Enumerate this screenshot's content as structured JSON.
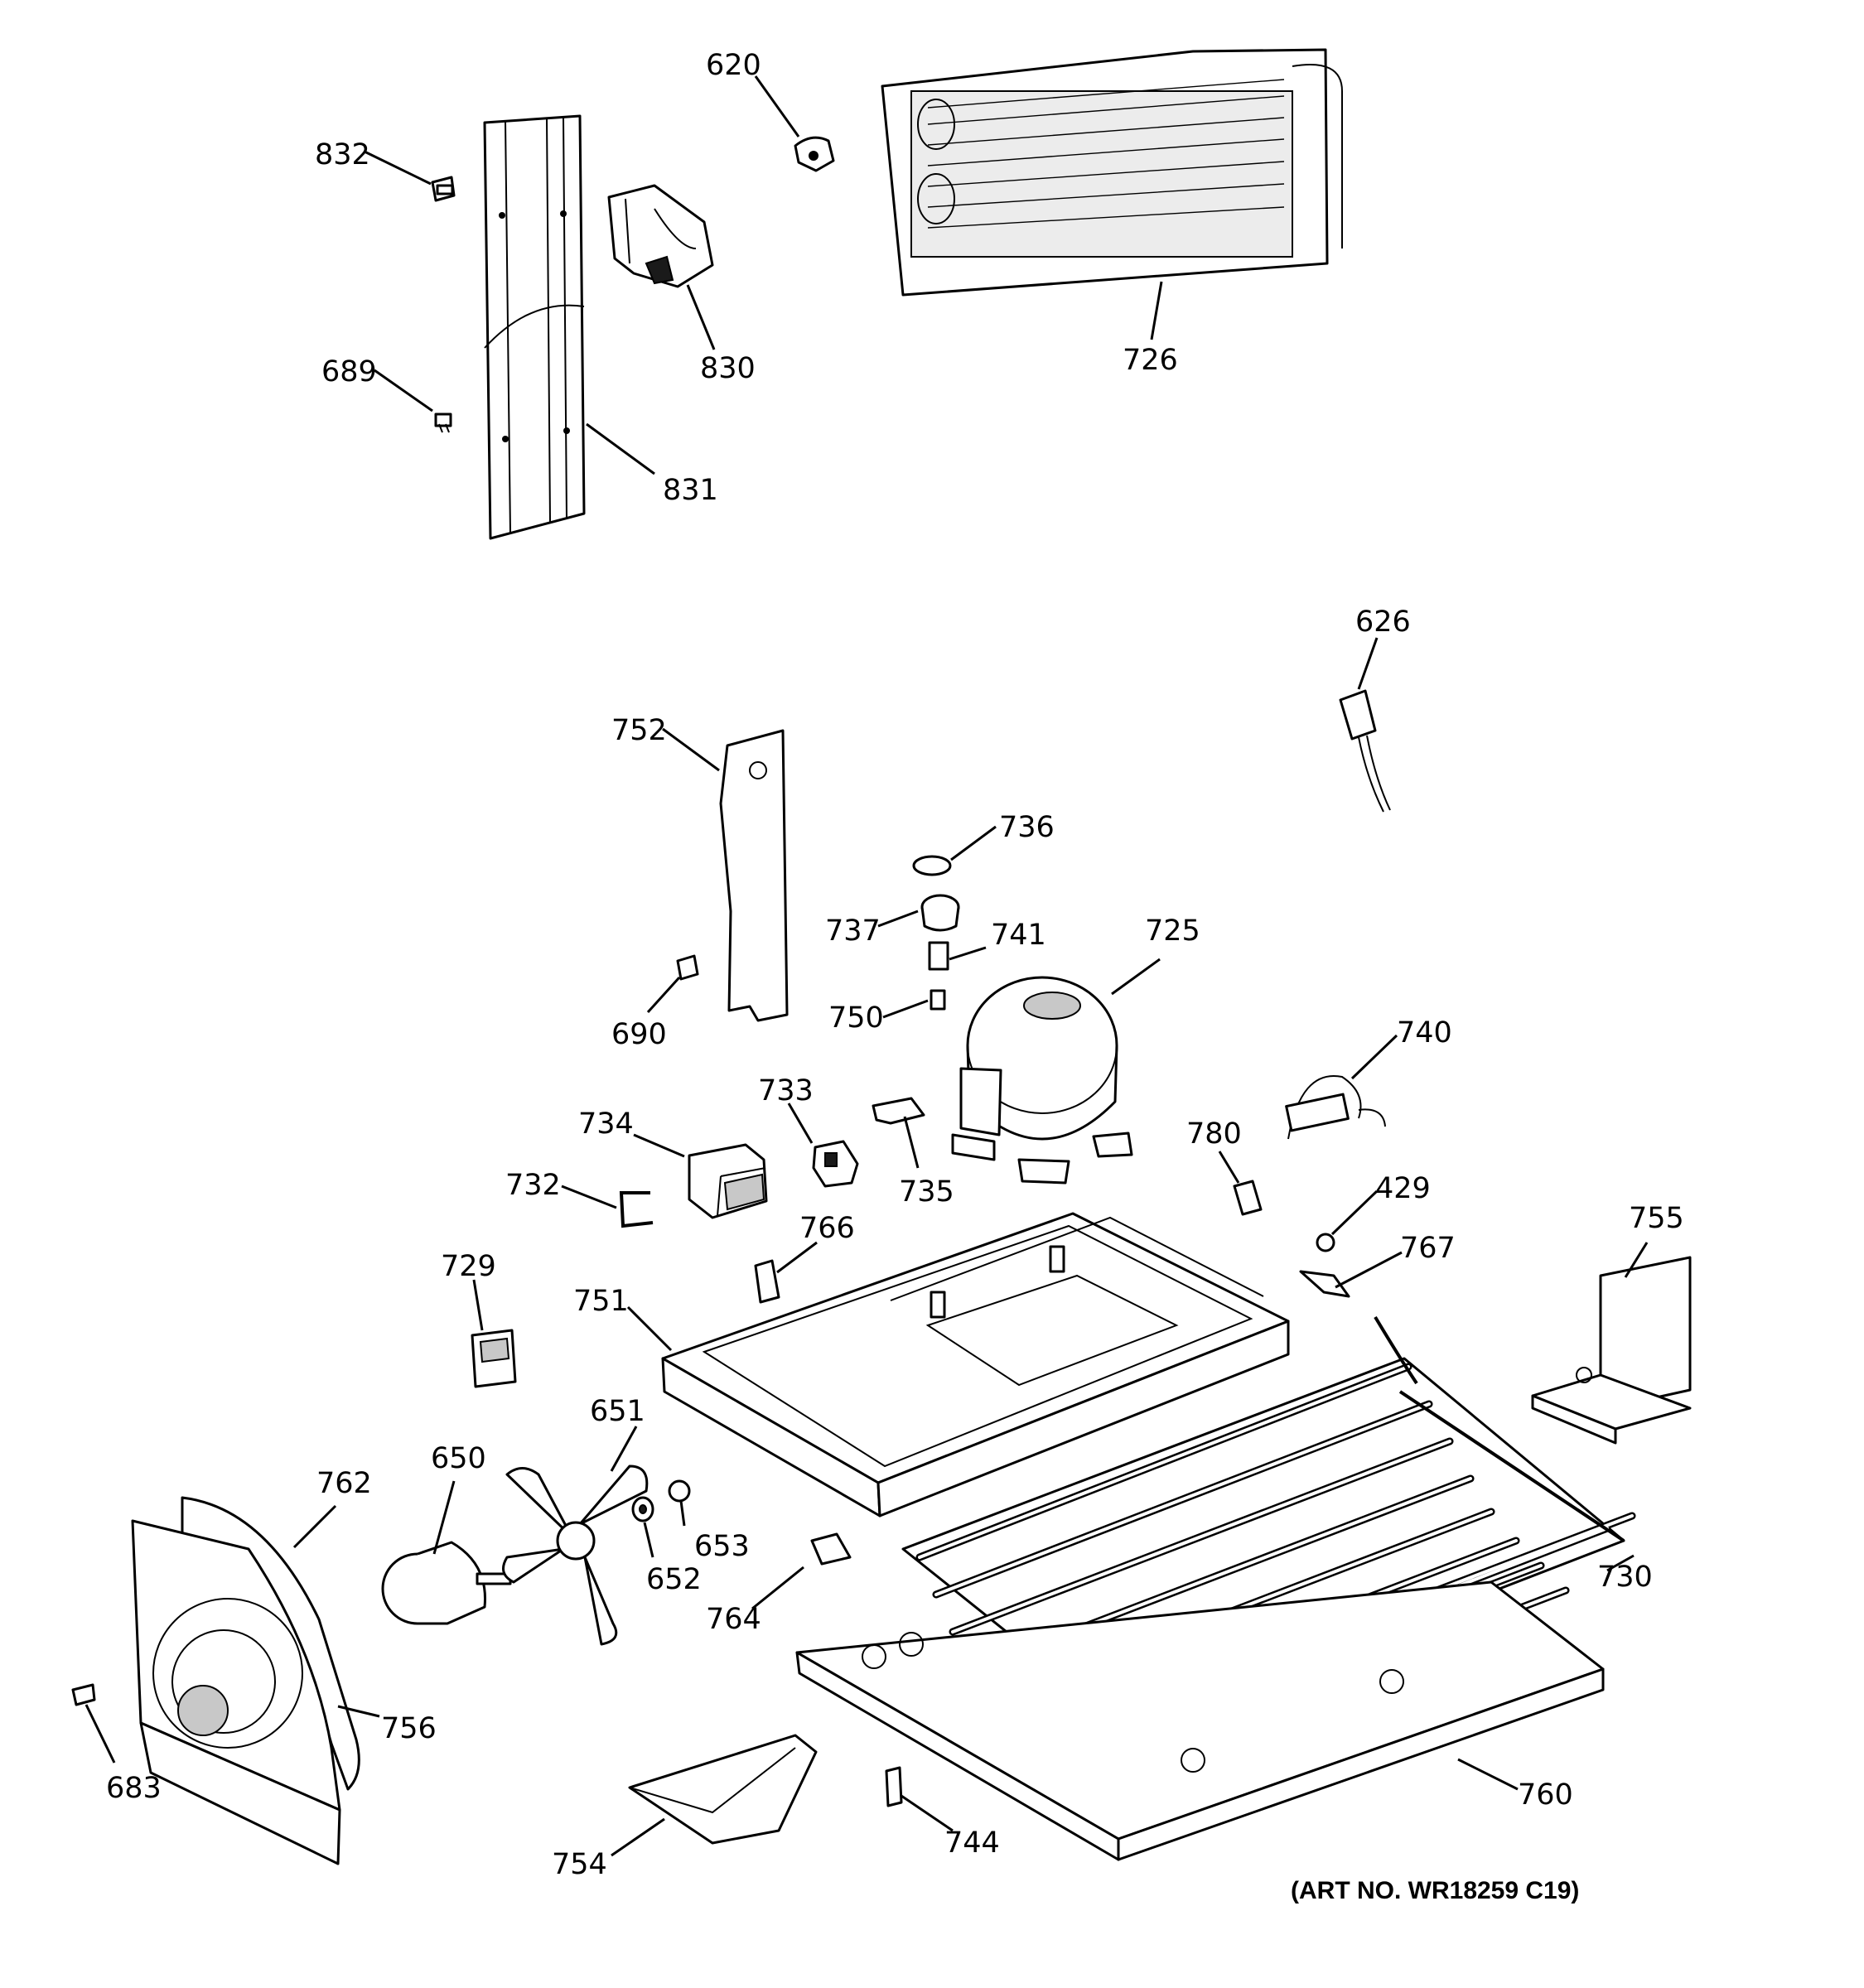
{
  "art_number": "(ART NO. WR18259 C19)",
  "callouts": {
    "c832": "832",
    "c689": "689",
    "c831": "831",
    "c830": "830",
    "c620": "620",
    "c726": "726",
    "c626": "626",
    "c752": "752",
    "c690": "690",
    "c736": "736",
    "c737": "737",
    "c741": "741",
    "c750": "750",
    "c725": "725",
    "c740": "740",
    "c733": "733",
    "c734": "734",
    "c732": "732",
    "c735": "735",
    "c780": "780",
    "c429": "429",
    "c767": "767",
    "c755": "755",
    "c766": "766",
    "c729": "729",
    "c751": "751",
    "c651": "651",
    "c650": "650",
    "c762": "762",
    "c653": "653",
    "c652": "652",
    "c764": "764",
    "c730": "730",
    "c756": "756",
    "c683": "683",
    "c760": "760",
    "c744": "744",
    "c754": "754"
  }
}
